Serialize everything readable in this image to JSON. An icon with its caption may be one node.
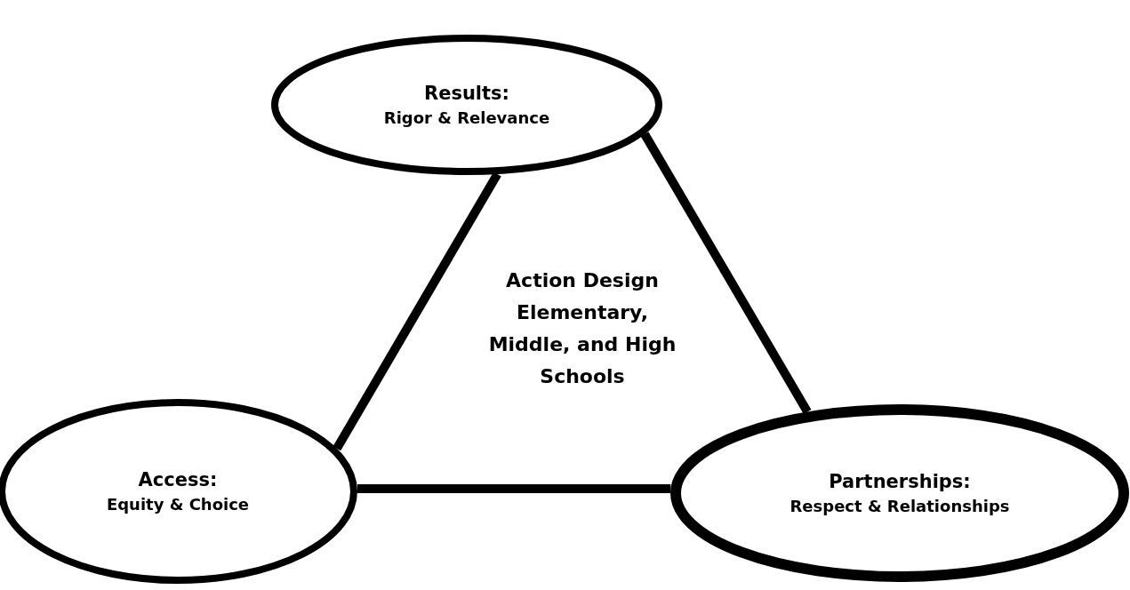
{
  "diagram": {
    "nodes": [
      {
        "text": [
          "Results:",
          "Rigor & Relevance"
        ]
      },
      {
        "text": [
          "Access:",
          "Equity & Choice"
        ]
      },
      {
        "text": [
          "Partnerships:",
          "Respect & Relationships"
        ]
      }
    ],
    "edges": [
      {
        "from": 0,
        "to": 1,
        "arrow": "none"
      },
      {
        "from": 0,
        "to": 2,
        "arrow": "none"
      },
      {
        "from": 1,
        "to": 2,
        "arrow": "none"
      }
    ],
    "labels": [
      "Action Design Elementary, Middle, and High Schools"
    ]
  }
}
